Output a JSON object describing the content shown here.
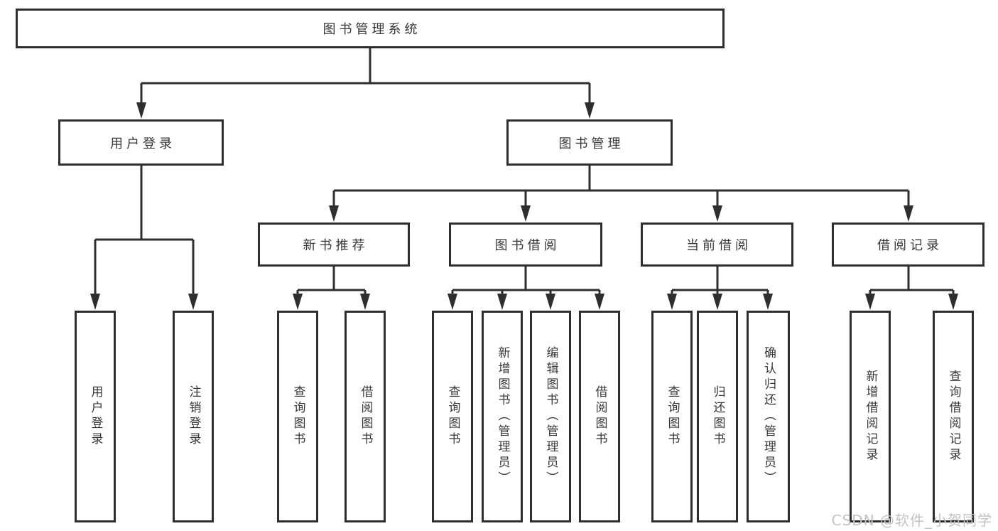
{
  "diagram": {
    "type": "tree",
    "title": "图书管理系统"
  },
  "tree": {
    "root": {
      "label": "图书管理系统",
      "children": [
        {
          "label": "用户登录",
          "children": [
            {
              "label": "用户登录"
            },
            {
              "label": "注销登录"
            }
          ]
        },
        {
          "label": "图书管理",
          "children": [
            {
              "label": "新书推荐",
              "children": [
                {
                  "label": "查询图书"
                },
                {
                  "label": "借阅图书"
                }
              ]
            },
            {
              "label": "图书借阅",
              "children": [
                {
                  "label": "查询图书"
                },
                {
                  "label": "新增图书（管理员）"
                },
                {
                  "label": "编辑图书（管理员）"
                },
                {
                  "label": "借阅图书"
                }
              ]
            },
            {
              "label": "当前借阅",
              "children": [
                {
                  "label": "查询图书"
                },
                {
                  "label": "归还图书"
                },
                {
                  "label": "确认归还（管理员）"
                }
              ]
            },
            {
              "label": "借阅记录",
              "children": [
                {
                  "label": "新增借阅记录"
                },
                {
                  "label": "查询借阅记录"
                }
              ]
            }
          ]
        }
      ]
    }
  },
  "watermark": {
    "text": "CSDN @软件_小贺同学"
  },
  "colors": {
    "background": "#ffffff",
    "line": "#2e2e2e",
    "text": "#383838",
    "watermark": "#c3c3c6"
  }
}
